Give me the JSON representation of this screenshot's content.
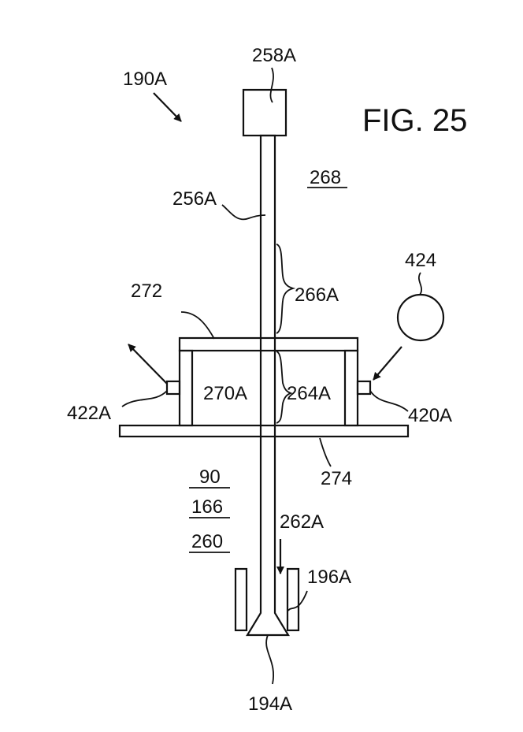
{
  "figure": {
    "title": "FIG. 25"
  },
  "labels": {
    "l190A": "190A",
    "l258A": "258A",
    "l268": "268",
    "l256A": "256A",
    "l266A": "266A",
    "l424": "424",
    "l272": "272",
    "l270A": "270A",
    "l264A": "264A",
    "l422A": "422A",
    "l420A": "420A",
    "l274": "274",
    "l90": "90",
    "l166": "166",
    "l262A": "262A",
    "l260": "260",
    "l196A": "196A",
    "l194A": "194A"
  }
}
